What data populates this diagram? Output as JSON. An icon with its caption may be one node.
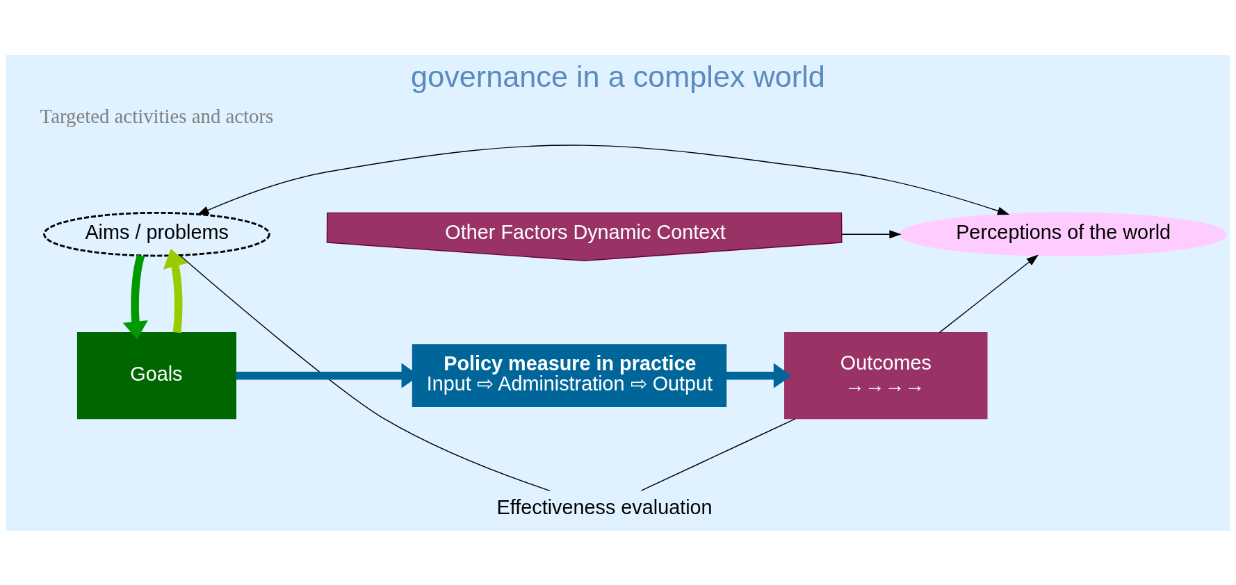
{
  "diagram": {
    "title": "governance in a complex world",
    "nodes": [
      {
        "text": [
          "Aims / problems"
        ]
      },
      {
        "text": [
          "Perceptions of the world"
        ]
      },
      {
        "text": [
          "Other Factors Dynamic Context"
        ]
      },
      {
        "text": [
          "Goals"
        ]
      },
      {
        "text": [
          "Policy measure in practice",
          "Input ⇨ Administration ⇨ Output"
        ]
      },
      {
        "text": [
          "Outcomes",
          "→→→→"
        ]
      },
      {
        "text": [
          "Effectiveness evaluation"
        ]
      }
    ],
    "edges": [
      {
        "from": 0,
        "to": 1,
        "arrow": "both"
      },
      {
        "from": 2,
        "to": 1,
        "arrow": "to"
      },
      {
        "from": 5,
        "to": 1,
        "arrow": "to"
      },
      {
        "from": 0,
        "to": 3,
        "arrow": "to",
        "style": "thick",
        "color": "#009900"
      },
      {
        "from": 3,
        "to": 0,
        "arrow": "to",
        "style": "thick",
        "color": "#99cc00"
      },
      {
        "from": 3,
        "to": 4,
        "arrow": "to",
        "style": "thick",
        "color": "#006699"
      },
      {
        "from": 4,
        "to": 5,
        "arrow": "to",
        "style": "thick",
        "color": "#006699"
      },
      {
        "from": 0,
        "to": 6,
        "arrow": "none"
      },
      {
        "from": 5,
        "to": 6,
        "arrow": "none"
      }
    ],
    "labels": [
      "Targeted activities and actors"
    ]
  }
}
